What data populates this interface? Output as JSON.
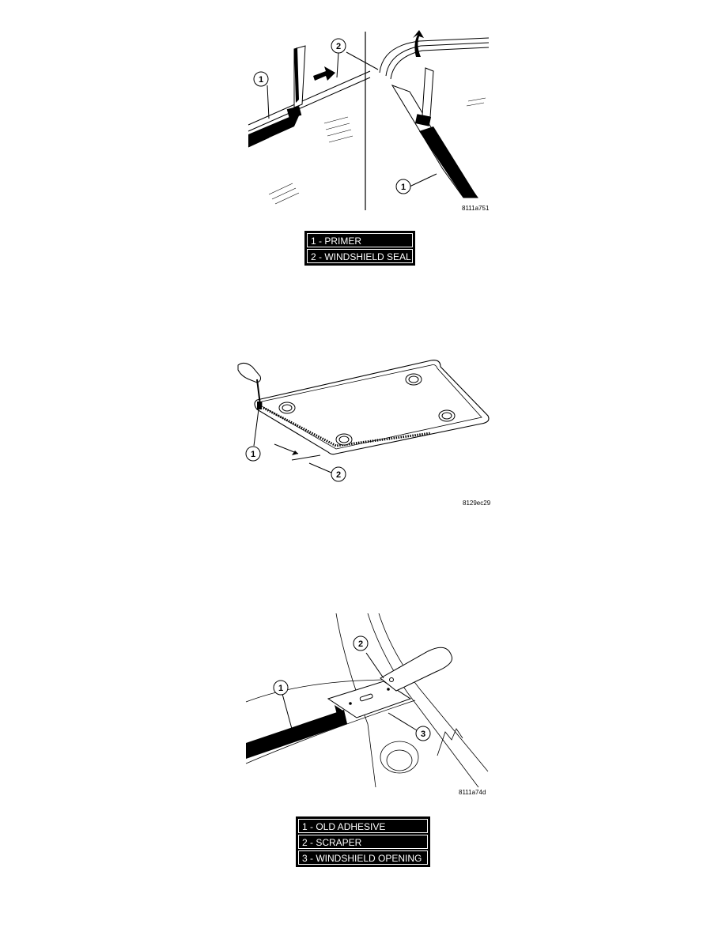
{
  "figures": [
    {
      "code": "8111a751",
      "callouts": [
        "1",
        "2",
        "1"
      ],
      "legend": [
        "1 - PRIMER",
        "2 - WINDSHIELD SEAL"
      ]
    },
    {
      "code": "8129ec29",
      "callouts": [
        "1",
        "2"
      ]
    },
    {
      "code": "8111a74d",
      "callouts": [
        "1",
        "2",
        "3"
      ],
      "legend": [
        "1 - OLD ADHESIVE",
        "2 - SCRAPER",
        "3 - WINDSHIELD OPENING"
      ]
    }
  ]
}
